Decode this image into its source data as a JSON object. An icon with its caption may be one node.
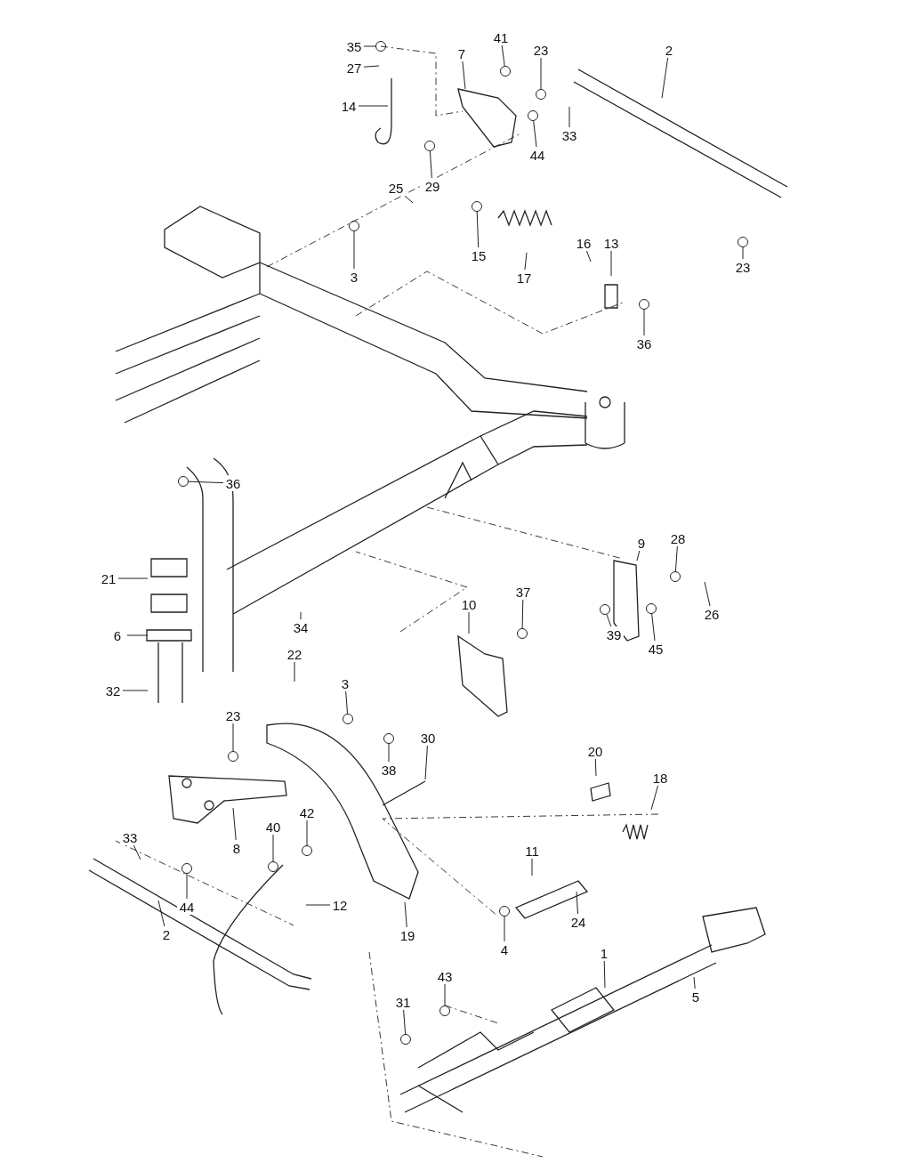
{
  "diagram": {
    "nodes": [
      {
        "text": [
          "41"
        ]
      },
      {
        "text": [
          "35"
        ]
      },
      {
        "text": [
          "23"
        ]
      },
      {
        "text": [
          "2"
        ]
      },
      {
        "text": [
          "7"
        ]
      },
      {
        "text": [
          "27"
        ]
      },
      {
        "text": [
          "33"
        ]
      },
      {
        "text": [
          "14"
        ]
      },
      {
        "text": [
          "44"
        ]
      },
      {
        "text": [
          "29"
        ]
      },
      {
        "text": [
          "25"
        ]
      },
      {
        "text": [
          "16"
        ]
      },
      {
        "text": [
          "13"
        ]
      },
      {
        "text": [
          "15"
        ]
      },
      {
        "text": [
          "23"
        ]
      },
      {
        "text": [
          "3"
        ]
      },
      {
        "text": [
          "17"
        ]
      },
      {
        "text": [
          "36"
        ]
      },
      {
        "text": [
          "36"
        ]
      },
      {
        "text": [
          "28"
        ]
      },
      {
        "text": [
          "9"
        ]
      },
      {
        "text": [
          "26"
        ]
      },
      {
        "text": [
          "21"
        ]
      },
      {
        "text": [
          "37"
        ]
      },
      {
        "text": [
          "10"
        ]
      },
      {
        "text": [
          "34"
        ]
      },
      {
        "text": [
          "39"
        ]
      },
      {
        "text": [
          "6"
        ]
      },
      {
        "text": [
          "45"
        ]
      },
      {
        "text": [
          "22"
        ]
      },
      {
        "text": [
          "3"
        ]
      },
      {
        "text": [
          "32"
        ]
      },
      {
        "text": [
          "23"
        ]
      },
      {
        "text": [
          "30"
        ]
      },
      {
        "text": [
          "20"
        ]
      },
      {
        "text": [
          "38"
        ]
      },
      {
        "text": [
          "18"
        ]
      },
      {
        "text": [
          "8"
        ]
      },
      {
        "text": [
          "40"
        ]
      },
      {
        "text": [
          "33"
        ]
      },
      {
        "text": [
          "42"
        ]
      },
      {
        "text": [
          "11"
        ]
      },
      {
        "text": [
          "44"
        ]
      },
      {
        "text": [
          "12"
        ]
      },
      {
        "text": [
          "2"
        ]
      },
      {
        "text": [
          "24"
        ]
      },
      {
        "text": [
          "19"
        ]
      },
      {
        "text": [
          "4"
        ]
      },
      {
        "text": [
          "1"
        ]
      },
      {
        "text": [
          "43"
        ]
      },
      {
        "text": [
          "5"
        ]
      },
      {
        "text": [
          "31"
        ]
      },
      {
        "text": [],
        "shape": "circle"
      },
      {
        "text": [],
        "shape": "circle"
      },
      {
        "text": [],
        "shape": "circle"
      },
      {
        "text": [],
        "shape": "circle"
      },
      {
        "text": [],
        "shape": "circle"
      },
      {
        "text": [],
        "shape": "circle"
      },
      {
        "text": [],
        "shape": "circle"
      },
      {
        "text": [],
        "shape": "circle"
      },
      {
        "text": [],
        "shape": "circle"
      },
      {
        "text": [],
        "shape": "circle"
      },
      {
        "text": [],
        "shape": "circle"
      },
      {
        "text": [],
        "shape": "circle"
      },
      {
        "text": [],
        "shape": "circle"
      },
      {
        "text": [],
        "shape": "circle"
      },
      {
        "text": [],
        "shape": "circle"
      },
      {
        "text": [],
        "shape": "circle"
      },
      {
        "text": [],
        "shape": "circle"
      },
      {
        "text": [],
        "shape": "circle"
      },
      {
        "text": [],
        "shape": "circle"
      },
      {
        "text": [],
        "shape": "circle"
      },
      {
        "text": [],
        "shape": "circle"
      },
      {
        "text": [],
        "shape": "circle"
      },
      {
        "text": [],
        "shape": "circle"
      }
    ],
    "edges": [
      {
        "from": 0,
        "to": 53,
        "arrow": "none"
      },
      {
        "from": 1,
        "to": 52,
        "arrow": "none"
      },
      {
        "from": 2,
        "to": 54,
        "arrow": "none"
      },
      {
        "from": 3,
        "to": null,
        "arrow": "none"
      },
      {
        "from": 4,
        "to": null,
        "arrow": "none"
      },
      {
        "from": 5,
        "to": null,
        "arrow": "none"
      },
      {
        "from": 6,
        "to": null,
        "arrow": "none"
      },
      {
        "from": 7,
        "to": null,
        "arrow": "none"
      },
      {
        "from": 8,
        "to": 55,
        "arrow": "none"
      },
      {
        "from": 9,
        "to": 56,
        "arrow": "none"
      },
      {
        "from": 10,
        "to": null,
        "arrow": "none"
      },
      {
        "from": 11,
        "to": null,
        "arrow": "none"
      },
      {
        "from": 12,
        "to": null,
        "arrow": "none"
      },
      {
        "from": 13,
        "to": 57,
        "arrow": "none"
      },
      {
        "from": 14,
        "to": 59,
        "arrow": "none"
      },
      {
        "from": 15,
        "to": 58,
        "arrow": "none"
      },
      {
        "from": 16,
        "to": null,
        "arrow": "none"
      },
      {
        "from": 17,
        "to": 60,
        "arrow": "none"
      },
      {
        "from": 18,
        "to": 61,
        "arrow": "none"
      },
      {
        "from": 19,
        "to": 62,
        "arrow": "none"
      },
      {
        "from": 20,
        "to": null,
        "arrow": "none"
      },
      {
        "from": 21,
        "to": null,
        "arrow": "none"
      },
      {
        "from": 22,
        "to": null,
        "arrow": "none"
      },
      {
        "from": 23,
        "to": 65,
        "arrow": "none"
      },
      {
        "from": 24,
        "to": null,
        "arrow": "none"
      },
      {
        "from": 25,
        "to": null,
        "arrow": "none"
      },
      {
        "from": 26,
        "to": 63,
        "arrow": "none"
      },
      {
        "from": 27,
        "to": null,
        "arrow": "none"
      },
      {
        "from": 28,
        "to": 64,
        "arrow": "none"
      },
      {
        "from": 29,
        "to": null,
        "arrow": "none"
      },
      {
        "from": 30,
        "to": 66,
        "arrow": "none"
      },
      {
        "from": 31,
        "to": null,
        "arrow": "none"
      },
      {
        "from": 32,
        "to": 68,
        "arrow": "none"
      },
      {
        "from": 33,
        "to": null,
        "arrow": "none"
      },
      {
        "from": 34,
        "to": null,
        "arrow": "none"
      },
      {
        "from": 35,
        "to": 67,
        "arrow": "none"
      },
      {
        "from": 36,
        "to": null,
        "arrow": "none"
      },
      {
        "from": 37,
        "to": null,
        "arrow": "none"
      },
      {
        "from": 38,
        "to": 70,
        "arrow": "none"
      },
      {
        "from": 39,
        "to": null,
        "arrow": "none"
      },
      {
        "from": 40,
        "to": 69,
        "arrow": "none"
      },
      {
        "from": 41,
        "to": null,
        "arrow": "none"
      },
      {
        "from": 42,
        "to": 71,
        "arrow": "none"
      },
      {
        "from": 43,
        "to": null,
        "arrow": "none"
      },
      {
        "from": 44,
        "to": null,
        "arrow": "none"
      },
      {
        "from": 45,
        "to": null,
        "arrow": "none"
      },
      {
        "from": 46,
        "to": null,
        "arrow": "none"
      },
      {
        "from": 47,
        "to": 72,
        "arrow": "none"
      },
      {
        "from": 48,
        "to": null,
        "arrow": "none"
      },
      {
        "from": 49,
        "to": 73,
        "arrow": "none"
      },
      {
        "from": 50,
        "to": null,
        "arrow": "none"
      },
      {
        "from": 51,
        "to": 74,
        "arrow": "none"
      }
    ]
  }
}
